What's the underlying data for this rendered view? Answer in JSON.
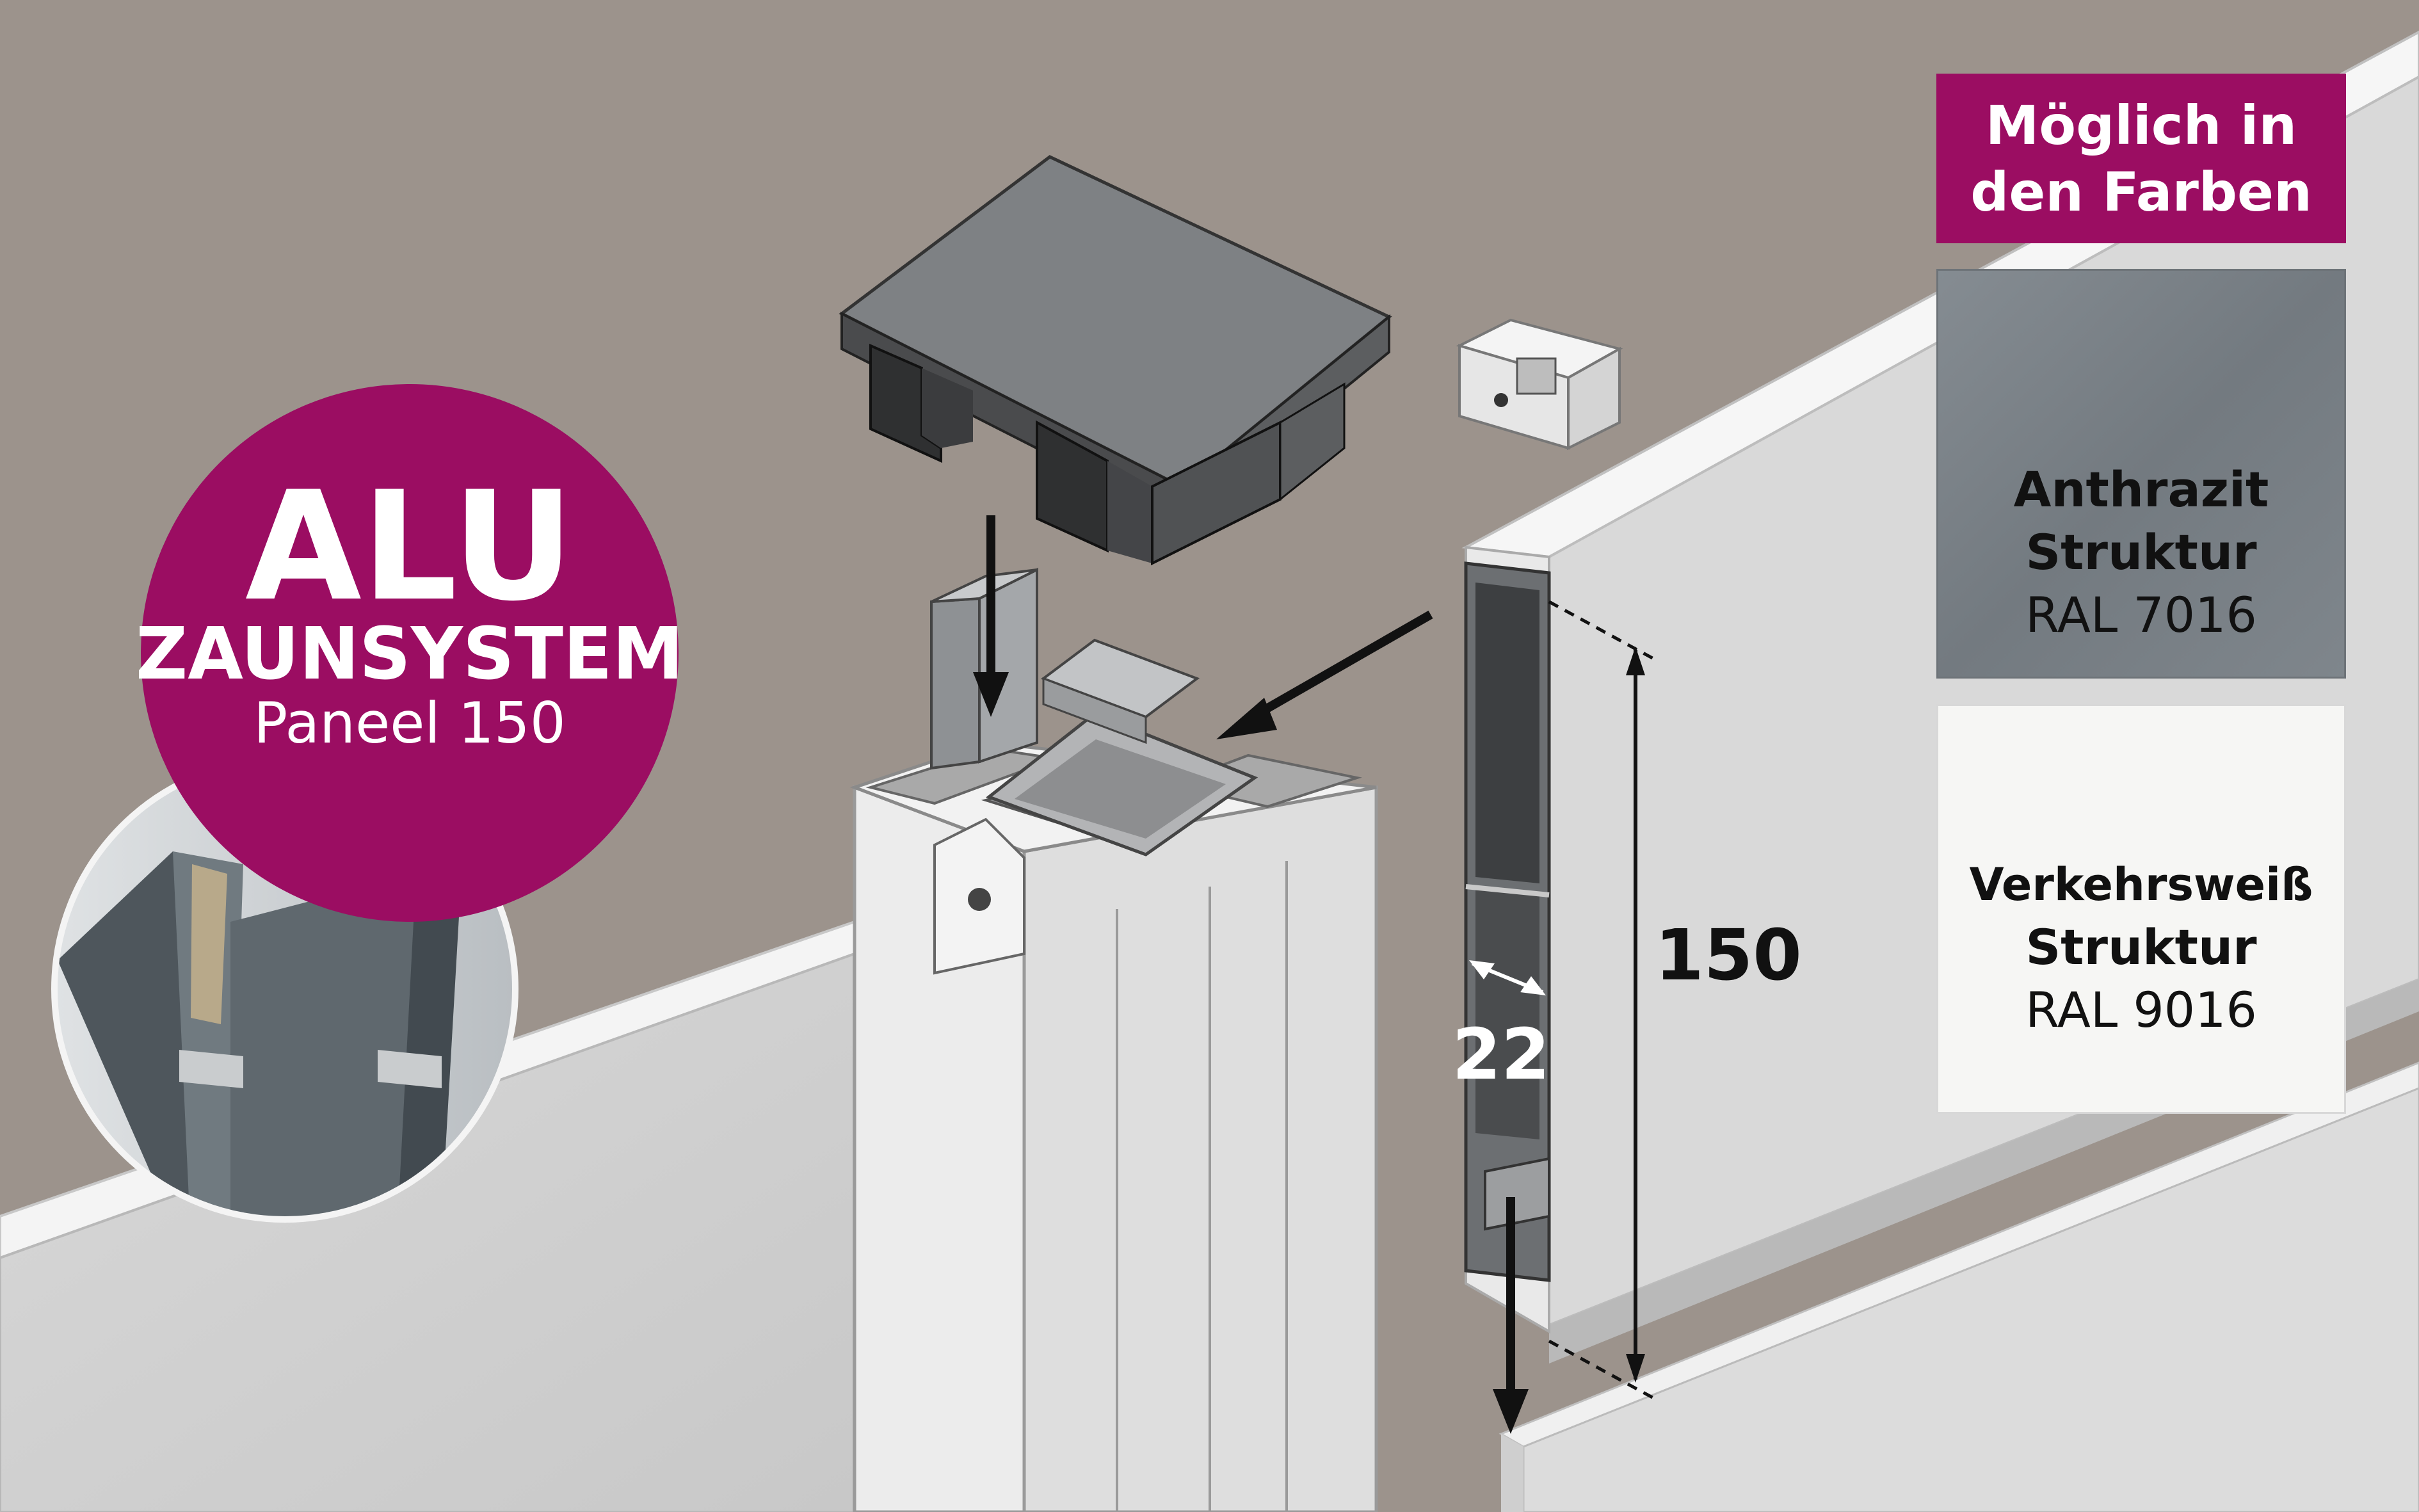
{
  "badge": {
    "title": "ALU",
    "subtitle": "ZAUNSYSTEM",
    "product": "Paneel 150"
  },
  "colors_panel": {
    "heading_line1": "Möglich in",
    "heading_line2": "den Farben",
    "swatches": [
      {
        "name_line1": "Anthrazit",
        "name_line2": "Struktur",
        "code": "RAL 7016",
        "color": "#7b8288"
      },
      {
        "name_line1": "Verkehrsweiß",
        "name_line2": "Struktur",
        "code": "RAL 9016",
        "color": "#f6f6f4"
      }
    ]
  },
  "dimensions": {
    "height": "150",
    "thickness": "22"
  },
  "theme": {
    "brand": "#9b0d62",
    "background": "#9c938c"
  }
}
